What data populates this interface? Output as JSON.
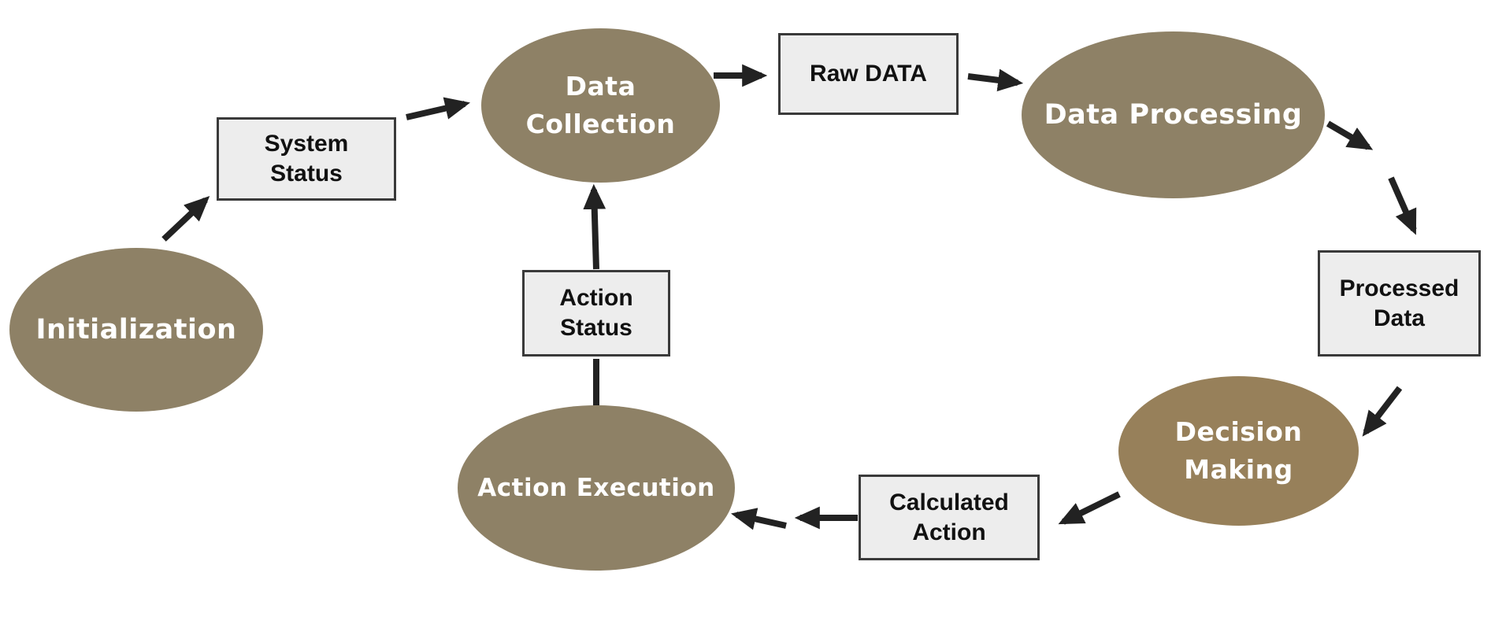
{
  "diagram": {
    "background_color": "#FFFFFF",
    "colors": {
      "process_ellipse_fill": "#8E8166",
      "decision_ellipse_fill": "#97805A",
      "ellipse_text": "#FFFFFF",
      "data_box_fill": "#EDEDED",
      "data_box_border": "#3A3A3A",
      "data_box_text": "#111111",
      "arrow": "#222222"
    },
    "nodes": [
      {
        "id": "initialization",
        "shape": "ellipse",
        "label": "Initialization"
      },
      {
        "id": "system-status",
        "shape": "rect",
        "label": "System\nStatus"
      },
      {
        "id": "data-collection",
        "shape": "ellipse",
        "label": "Data\nCollection"
      },
      {
        "id": "raw-data",
        "shape": "rect",
        "label": "Raw DATA"
      },
      {
        "id": "data-processing",
        "shape": "ellipse",
        "label": "Data Processing"
      },
      {
        "id": "processed-data",
        "shape": "rect",
        "label": "Processed\nData"
      },
      {
        "id": "decision-making",
        "shape": "ellipse",
        "label": "Decision\nMaking"
      },
      {
        "id": "calculated-action",
        "shape": "rect",
        "label": "Calculated\nAction"
      },
      {
        "id": "action-execution",
        "shape": "ellipse",
        "label": "Action Execution"
      },
      {
        "id": "action-status",
        "shape": "rect",
        "label": "Action\nStatus"
      }
    ],
    "edges": [
      {
        "from": "Initialization",
        "to": "System Status"
      },
      {
        "from": "System Status",
        "to": "Data Collection"
      },
      {
        "from": "Data Collection",
        "to": "Raw DATA"
      },
      {
        "from": "Raw DATA",
        "to": "Data Processing"
      },
      {
        "from": "Data Processing",
        "to": "Processed Data"
      },
      {
        "from": "Processed Data",
        "to": "Decision Making"
      },
      {
        "from": "Decision Making",
        "to": "Calculated Action"
      },
      {
        "from": "Calculated Action",
        "to": "Action Execution"
      },
      {
        "from": "Action Execution",
        "to": "Action Status"
      },
      {
        "from": "Action Status",
        "to": "Data Collection"
      }
    ]
  }
}
